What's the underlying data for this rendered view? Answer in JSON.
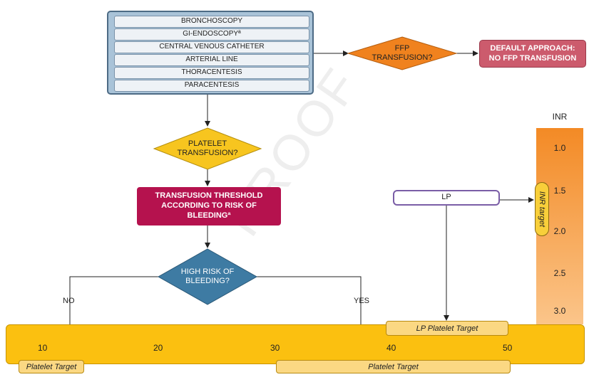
{
  "procedures": [
    "BRONCHOSCOPY",
    "GI-ENDOSCOPYª",
    "CENTRAL VENOUS CATHETER",
    "ARTERIAL LINE",
    "THORACENTESIS",
    "PARACENTESIS"
  ],
  "ffp_question": [
    "FFP",
    "TRANSFUSION?"
  ],
  "default_approach": [
    "DEFAULT APPROACH:",
    "NO FFP TRANSFUSION"
  ],
  "platelet_question": [
    "PLATELET",
    "TRANSFUSION?"
  ],
  "threshold_box": [
    "TRANSFUSION THRESHOLD",
    "ACCORDING TO RISK OF",
    "BLEEDINGª"
  ],
  "risk_question": [
    "HIGH RISK OF",
    "BLEEDING?"
  ],
  "branch_no": "NO",
  "branch_yes": "YES",
  "lp_label": "LP",
  "inr": {
    "header": "INR",
    "ticks": [
      "1.0",
      "1.5",
      "2.0",
      "2.5",
      "3.0"
    ],
    "target_label": "INR target"
  },
  "platelet_scale": {
    "ticks": [
      "10",
      "20",
      "30",
      "40",
      "50"
    ],
    "lp_target_label": "LP Platelet Target",
    "low_target_label": "Platelet Target",
    "high_target_label": "Platelet Target"
  },
  "watermark": "PROOF",
  "colors": {
    "procedure_panel": "#a9c3d8",
    "ffp_diamond": "#f0821e",
    "default_box": "#cc5b6d",
    "platelet_diamond": "#f7c51f",
    "threshold_box": "#b5124e",
    "risk_diamond": "#3e7ba3",
    "inr_column": "#f38a25",
    "platelet_bar": "#fbc010"
  }
}
